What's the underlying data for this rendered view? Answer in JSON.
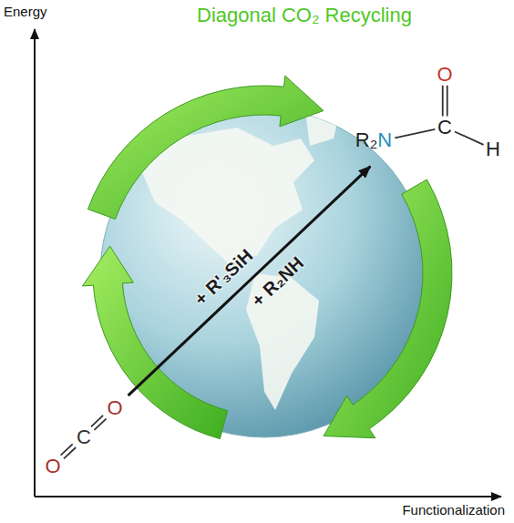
{
  "diagram": {
    "title": "Diagonal CO₂ Recycling",
    "nodes": [
      {
        "text": [
          "O",
          "C",
          "O"
        ]
      },
      {
        "text": [
          "R₂",
          "N",
          "C",
          "O",
          "H"
        ]
      }
    ],
    "edges": [
      {
        "from": 0,
        "to": 1,
        "arrow": "to",
        "label": "+ R'₃SiH"
      }
    ],
    "labels": [
      "Energy",
      "Functionalization",
      "+ R₂NH"
    ]
  }
}
